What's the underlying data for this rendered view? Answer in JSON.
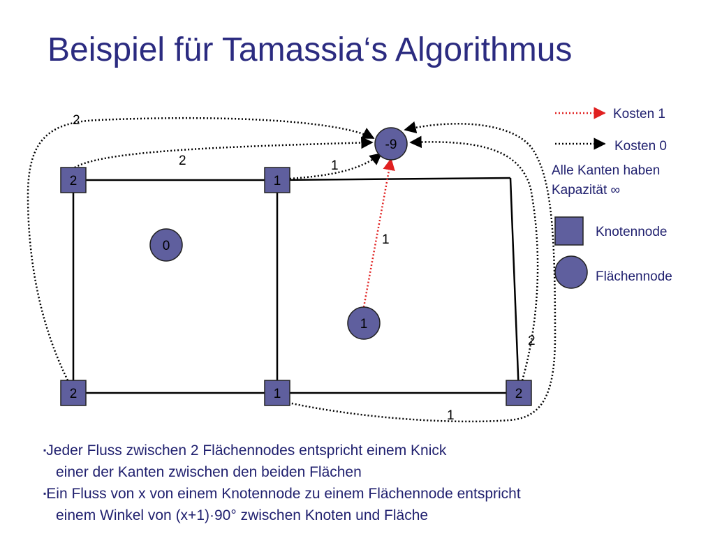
{
  "slide": {
    "title": "Beispiel für Tamassia‘s Algorithmus"
  },
  "diagram": {
    "vertex_nodes": {
      "top_left": "2",
      "top_mid": "1",
      "bottom_left": "2",
      "bottom_mid": "1",
      "bottom_right": "2"
    },
    "face_nodes": {
      "outer": "-9",
      "left_face": "0",
      "right_face": "1"
    },
    "flow_labels": {
      "outer_top_loop": "2",
      "top_left_to_outer": "2",
      "top_mid_to_outer": "1",
      "right_face_to_outer": "1",
      "bottom_right_to_outer": "2",
      "bottom_mid_to_outer": "1"
    },
    "colors": {
      "node_fill": "#5f5f9e",
      "cost1_arrow": "#e02020",
      "cost0_arrow": "#000000",
      "title": "#2b2b80",
      "text": "#1f1f6e"
    }
  },
  "legend": {
    "cost1": "Kosten 1",
    "cost0": "Kosten 0",
    "capacity_line1": "Alle Kanten haben",
    "capacity_line2": "Kapazität ∞",
    "vertex_node": "Knotennode",
    "face_node": "Flächennode"
  },
  "bullets": {
    "b1_line1": "Jeder Fluss zwischen 2 Flächennodes entspricht einem Knick",
    "b1_line2": "einer der Kanten zwischen den beiden Flächen",
    "b2_line1": "Ein Fluss von x von einem Knotennode zu einem Flächennode entspricht",
    "b2_line2": "einem Winkel von (x+1)·90° zwischen Knoten und Fläche",
    "marker": "▪"
  }
}
